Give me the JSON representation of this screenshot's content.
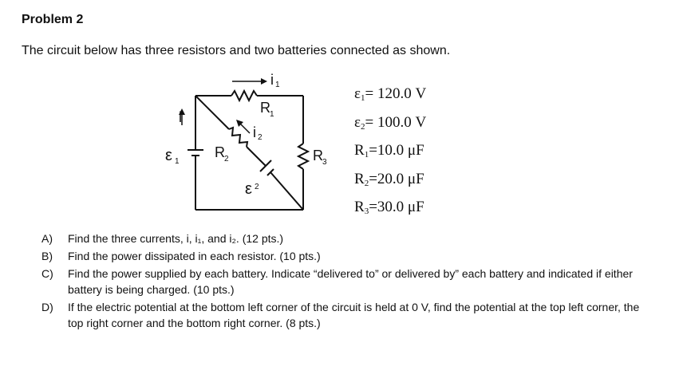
{
  "problem": {
    "title": "Problem 2",
    "intro": "The circuit below has three resistors and two batteries connected as shown."
  },
  "circuit": {
    "labels": {
      "i1": "i",
      "i1_sub": "1",
      "i2": "i",
      "i2_sub": "2",
      "i": "i",
      "R1": "R",
      "R1_sub": "1",
      "R2": "R",
      "R2_sub": "2",
      "R3": "R",
      "R3_sub": "3",
      "E1": "ε",
      "E1_sub": "1",
      "E2": "ε",
      "E2_sub": "2"
    },
    "values": [
      {
        "sym": "ε",
        "sub": "1",
        "text": "= 120.0 V"
      },
      {
        "sym": "ε",
        "sub": "2",
        "text": "= 100.0 V"
      },
      {
        "sym": "R",
        "sub": "1",
        "text": "=10.0 μF"
      },
      {
        "sym": "R",
        "sub": "2",
        "text": "=20.0 μF"
      },
      {
        "sym": "R",
        "sub": "3",
        "text": "=30.0 μF"
      }
    ]
  },
  "questions": [
    {
      "letter": "A)",
      "text": "Find the three currents, i, i₁, and i₂. (12 pts.)"
    },
    {
      "letter": "B)",
      "text": "Find the power dissipated in each resistor. (10 pts.)"
    },
    {
      "letter": "C)",
      "text": "Find the power supplied by each battery. Indicate “delivered to” or delivered by” each battery and indicated if either battery is being charged. (10 pts.)"
    },
    {
      "letter": "D)",
      "text": "If the electric potential at the bottom left corner of the circuit is held at 0 V, find the potential at the top left corner, the top right corner and the bottom right corner. (8 pts.)"
    }
  ]
}
